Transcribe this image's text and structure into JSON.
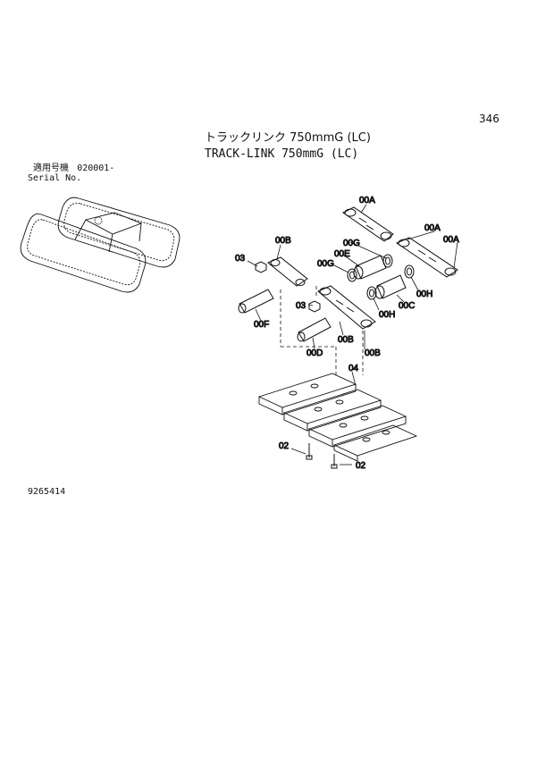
{
  "page_number": "346",
  "title": {
    "japanese": "トラックリンク 750mmG (LC)",
    "english": "TRACK-LINK 750mmG (LC)"
  },
  "serial": {
    "japanese_label": "適用号機",
    "number": "020001-",
    "english_label": "Serial No."
  },
  "figure_number": "9265414",
  "callouts": {
    "c00A_top": "00A",
    "c00A_right1": "00A",
    "c00A_right2": "00A",
    "c00B_left": "00B",
    "c00B_mid": "00B",
    "c00B_low": "00B",
    "c00G_top": "00G",
    "c00G_mid": "00G",
    "c00E": "00E",
    "c03_left": "03",
    "c03_mid": "03",
    "c00H_right": "00H",
    "c00H_mid": "00H",
    "c00C": "00C",
    "c00F": "00F",
    "c00D": "00D",
    "c04": "04",
    "c02_left": "02",
    "c02_right": "02"
  }
}
